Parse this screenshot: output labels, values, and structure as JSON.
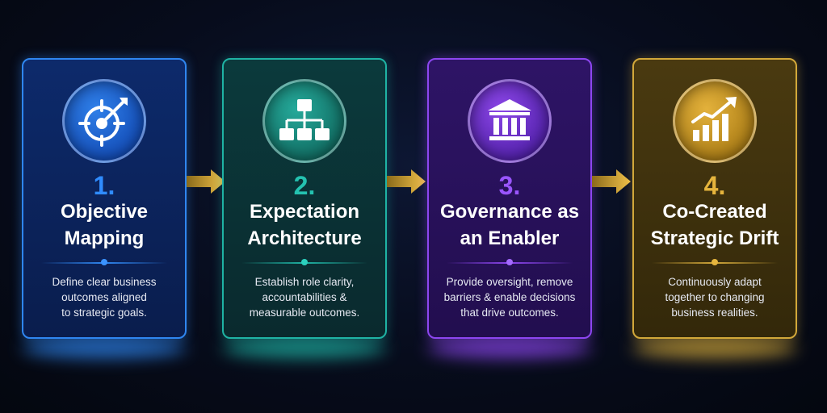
{
  "steps": [
    {
      "number": "1.",
      "title_line1": "Objective",
      "title_line2": "Mapping",
      "desc_line1": "Define clear business",
      "desc_line2": "outcomes aligned",
      "desc_line3": "to strategic goals.",
      "icon": "target-icon",
      "color": "#2f86f0"
    },
    {
      "number": "2.",
      "title_line1": "Expectation",
      "title_line2": "Architecture",
      "desc_line1": "Establish role clarity,",
      "desc_line2": "accountabilities &",
      "desc_line3": "measurable outcomes.",
      "icon": "org-chart-icon",
      "color": "#1fb3a4"
    },
    {
      "number": "3.",
      "title_line1": "Governance as",
      "title_line2": "an Enabler",
      "desc_line1": "Provide oversight, remove",
      "desc_line2": "barriers & enable decisions",
      "desc_line3": "that drive outcomes.",
      "icon": "institution-icon",
      "color": "#8d46f0"
    },
    {
      "number": "4.",
      "title_line1": "Co-Created",
      "title_line2": "Strategic Drift",
      "desc_line1": "Continuously adapt",
      "desc_line2": "together to changing",
      "desc_line3": "business realities.",
      "icon": "growth-chart-icon",
      "color": "#d2a83a"
    }
  ],
  "arrow_color": "#e8b23a"
}
